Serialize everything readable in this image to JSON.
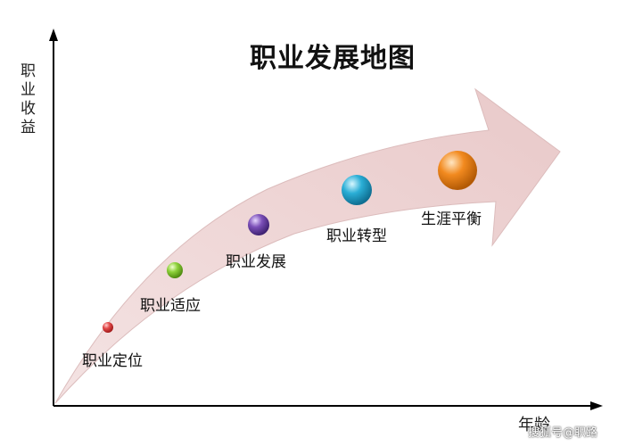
{
  "title": "职业发展地图",
  "axes": {
    "y_label": "职业收益",
    "x_label": "年龄"
  },
  "stages": [
    {
      "label": "职业定位",
      "color": "#e34b4b"
    },
    {
      "label": "职业适应",
      "color": "#8dd13a"
    },
    {
      "label": "职业发展",
      "color": "#7b4fb8"
    },
    {
      "label": "职业转型",
      "color": "#2aaed6"
    },
    {
      "label": "生涯平衡",
      "color": "#f28a1f"
    }
  ],
  "colors": {
    "arrow_fill": "#efd6d6",
    "axis": "#000000"
  },
  "watermark": "搜狐号@职路"
}
